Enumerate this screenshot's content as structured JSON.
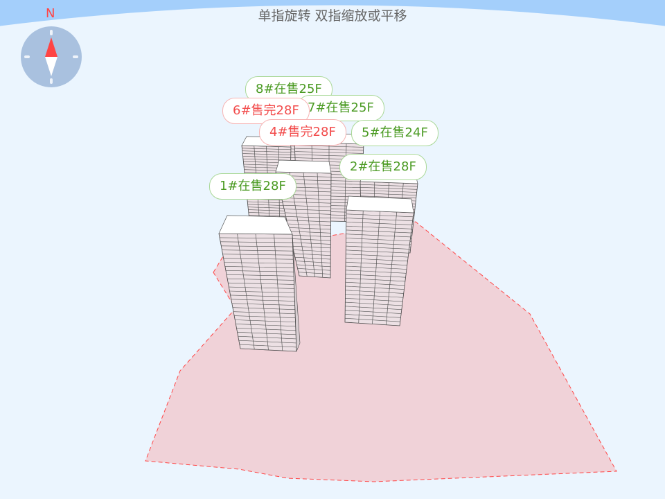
{
  "header": {
    "hint": "单指旋转 双指缩放或平移"
  },
  "compass": {
    "north_label": "N",
    "icon": "compass-icon"
  },
  "colors": {
    "on_sale": "#4a9a22",
    "sold_out": "#f24b4b",
    "site_fill": "#f0d2d8",
    "site_border": "#f44"
  },
  "buildings": [
    {
      "id": "8",
      "label": "8#在售25F",
      "status": "on_sale",
      "floors": 25
    },
    {
      "id": "7",
      "label": "7#在售25F",
      "status": "on_sale",
      "floors": 25
    },
    {
      "id": "6",
      "label": "6#售完28F",
      "status": "sold",
      "floors": 28
    },
    {
      "id": "4",
      "label": "4#售完28F",
      "status": "sold",
      "floors": 28
    },
    {
      "id": "5",
      "label": "5#在售24F",
      "status": "on_sale",
      "floors": 24
    },
    {
      "id": "2",
      "label": "2#在售28F",
      "status": "on_sale",
      "floors": 28
    },
    {
      "id": "1",
      "label": "1#在售28F",
      "status": "on_sale",
      "floors": 28
    }
  ]
}
